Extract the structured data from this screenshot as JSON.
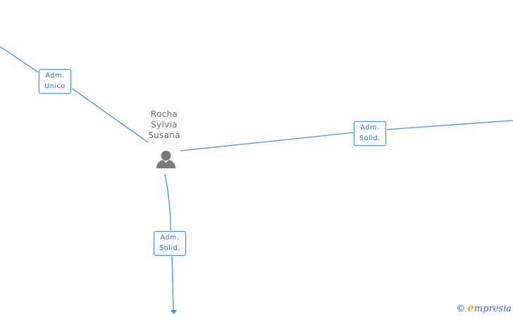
{
  "person": {
    "name_lines": [
      "Rocha",
      "Sylvia",
      "Susana"
    ],
    "icon": "person-icon"
  },
  "edges": [
    {
      "label_lines": [
        "Adm.",
        "Unico"
      ]
    },
    {
      "label_lines": [
        "Adm.",
        "Solid."
      ]
    },
    {
      "label_lines": [
        "Adm.",
        "Solid."
      ]
    }
  ],
  "watermark": {
    "copyright_symbol": "©",
    "brand_initial": "e",
    "brand_rest": "mpresia"
  },
  "colors": {
    "edge": "#4a8fd6",
    "label_text": "#2f6fb5",
    "node_icon": "#7a7a7a",
    "node_text": "#6b6b6b",
    "brand_accent": "#e8a33a"
  }
}
